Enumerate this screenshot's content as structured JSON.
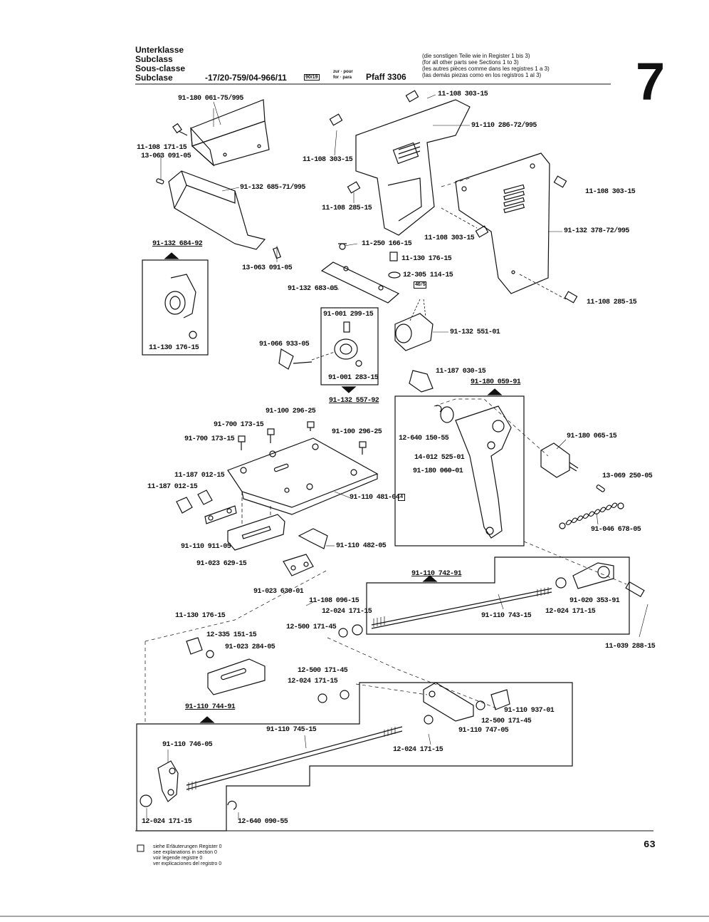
{
  "header": {
    "class_labels": [
      "Unterklasse",
      "Subclass",
      "Sous-classe",
      "Subclase"
    ],
    "subclass_code": "-17/20-759/04-966/11",
    "subclass_box": "90/19",
    "zur_pour": "zur · pour",
    "for_para": "for · para",
    "model": "Pfaff 3306",
    "notes": [
      "(die sonstigen Teile wie in Register 1 bis 3)",
      "(for all other parts see Sections 1 to 3)",
      "(les autres pièces comme dans les registres 1 a 3)",
      "(las demás piezas como en los registros 1 al 3)"
    ],
    "section_number": "7"
  },
  "labels": {
    "l01": "91-180 061-75/995",
    "l02": "11-108 171-15",
    "l03": "13-063 091-05",
    "l04": "91-132 685-71/995",
    "l05": "91-132 684-92",
    "l06": "11-130 176-15",
    "l07": "13-063 091-05",
    "l08": "11-108 303-15",
    "l09": "91-110 286-72/995",
    "l10": "11-108 303-15",
    "l11": "11-108 285-15",
    "l12": "11-108 303-15",
    "l13": "11-108 303-15",
    "l14": "91-132 378-72/995",
    "l15": "11-108 285-15",
    "l16": "11-250 166-15",
    "l17": "11-130 176-15",
    "l18": "12-305 114-15",
    "l19": "40/5",
    "l20": "91-132 683-05",
    "l21": "91-001 299-15",
    "l22": "91-132 551-01",
    "l23": "91-066 933-05",
    "l24": "91-001 283-15",
    "l25": "91-132 557-92",
    "l26": "11-187 030-15",
    "l27": "91-180 059-91",
    "l28": "91-100 296-25",
    "l29": "91-700 173-15",
    "l30": "91-700 173-15",
    "l31": "91-100 296-25",
    "l32": "12-640 150-55",
    "l33": "14-012 525-01",
    "l34": "91-180 060-01",
    "l35": "91-180 065-15",
    "l36": "11-187 012-15",
    "l37": "11-187 012-15",
    "l38": "91-110 481-04",
    "l38b": "4",
    "l39": "13-069 250-05",
    "l40": "91-046 678-05",
    "l41": "91-110 911-05",
    "l42": "91-023 629-15",
    "l43": "91-110 482-05",
    "l44": "91-023 630-01",
    "l45": "91-110 742-91",
    "l46": "11-108 096-15",
    "l47": "12-024 171-15",
    "l48": "12-500 171-45",
    "l49": "91-110 743-15",
    "l50": "12-024 171-15",
    "l51": "91-020 353-91",
    "l52": "11-039 288-15",
    "l53": "11-130 176-15",
    "l54": "12-335 151-15",
    "l55": "91-023 284-05",
    "l56": "12-500 171-45",
    "l57": "12-024 171-15",
    "l58": "91-110 744-91",
    "l59": "91-110 745-15",
    "l60": "91-110 937-01",
    "l61": "12-500 171-45",
    "l62": "91-110 747-05",
    "l63": "91-110 746-05",
    "l64": "12-024 171-15",
    "l65": "12-024 171-15",
    "l66": "12-640 090-55"
  },
  "footer": {
    "legend": [
      "siehe Erläuterungen Register 0",
      "see explanations in section 0",
      "voir legende registre 0",
      "ver explicaciones del registro 0"
    ],
    "page_number": "63"
  }
}
